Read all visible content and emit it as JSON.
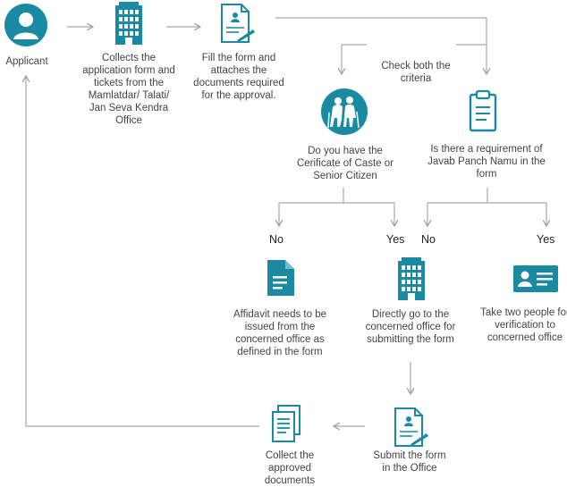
{
  "colors": {
    "accent": "#1a8aa3",
    "line": "#a8a8a8"
  },
  "nodes": {
    "applicant": {
      "label": "Applicant",
      "icon": "person-icon"
    },
    "collect_form": {
      "label": "Collects the application form and tickets from the Mamlatdar/ Talati/ Jan Seva Kendra Office",
      "icon": "office-building-icon"
    },
    "fill_form": {
      "label": "Fill the form and attaches the documents required for the approval.",
      "icon": "form-document-icon"
    },
    "check": {
      "label": "Check both the criteria"
    },
    "caste_question": {
      "label": "Do you have the Cerificate of Caste or Senior Citizen",
      "icon": "elderly-couple-icon"
    },
    "panchnamu_question": {
      "label": "Is there a requirement of Javab Panch Namu in the form",
      "icon": "clipboard-icon"
    },
    "affidavit": {
      "label": "Affidavit needs to be issued from the concerned office as defined in the form",
      "icon": "document-icon"
    },
    "direct_office": {
      "label": "Directly go to the concerned office for submitting the form",
      "icon": "office-building-icon"
    },
    "two_people": {
      "label": "Take two people for verification to concerned office",
      "icon": "id-card-icon"
    },
    "submit": {
      "label": "Submit the form in the Office",
      "icon": "form-document-icon"
    },
    "collect_docs": {
      "label": "Collect the approved documents",
      "icon": "documents-stack-icon"
    }
  },
  "branches": {
    "caste_no": "No",
    "caste_yes": "Yes",
    "panch_no": "No",
    "panch_yes": "Yes"
  }
}
